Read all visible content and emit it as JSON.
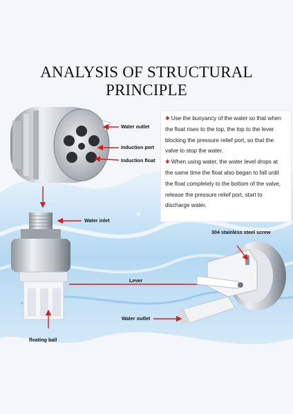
{
  "title": "ANALYSIS OF STRUCTURAL PRINCIPLE",
  "description": [
    "Use the buoyancy of the water so that when the float rises to the top, the top to the lever blocking the pressure relief port, so that the valve to stop the water.",
    "When using water, the water level drops at the same time the float also began to fall until the float completely to the bottom of the valve, release the pressure relief port, start to discharge water."
  ],
  "labels": {
    "water_outlet_top": "Water outlet",
    "induction_port": "Induction port",
    "induction_float": "Induction float",
    "water_inlet": "Water inlet",
    "screw": "304 stainless steel screw",
    "lever": "Lever",
    "water_outlet_bottom": "Water outlet",
    "floating_ball": "floating ball"
  },
  "colors": {
    "arrow": "#d91c1c",
    "bullet": "#d21f1f",
    "steel": "#c9ced4",
    "plastic": "#f4f5f7",
    "water": "#a9d3f0"
  }
}
